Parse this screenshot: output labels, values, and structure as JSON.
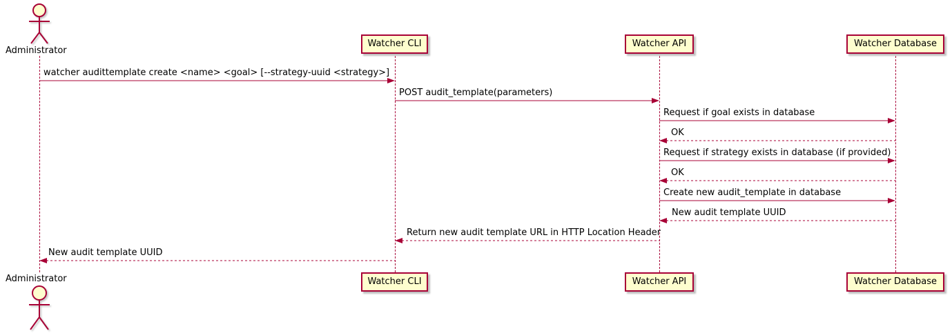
{
  "diagram": {
    "type": "sequence",
    "colors": {
      "participant_fill": "#FEFECE",
      "stroke": "#A80036",
      "text": "#000000"
    },
    "actors": [
      {
        "name": "Administrator",
        "type": "actor"
      }
    ],
    "participants": [
      {
        "label": "Watcher CLI"
      },
      {
        "label": "Watcher API"
      },
      {
        "label": "Watcher Database"
      }
    ],
    "messages": [
      {
        "from": "Administrator",
        "to": "Watcher CLI",
        "type": "solid",
        "text": "watcher audittemplate create <name> <goal> [--strategy-uuid <strategy>]"
      },
      {
        "from": "Watcher CLI",
        "to": "Watcher API",
        "type": "solid",
        "text": "POST audit_template(parameters)"
      },
      {
        "from": "Watcher API",
        "to": "Watcher Database",
        "type": "solid",
        "text": "Request if goal exists in database"
      },
      {
        "from": "Watcher Database",
        "to": "Watcher API",
        "type": "dashed-return",
        "text": "OK"
      },
      {
        "from": "Watcher API",
        "to": "Watcher Database",
        "type": "solid",
        "text": "Request if strategy exists in database (if provided)"
      },
      {
        "from": "Watcher Database",
        "to": "Watcher API",
        "type": "dashed-return",
        "text": "OK"
      },
      {
        "from": "Watcher API",
        "to": "Watcher Database",
        "type": "solid",
        "text": "Create new audit_template in database"
      },
      {
        "from": "Watcher Database",
        "to": "Watcher API",
        "type": "dashed-return",
        "text": "New audit template UUID"
      },
      {
        "from": "Watcher API",
        "to": "Watcher CLI",
        "type": "dashed-return",
        "text": "Return new audit template URL in HTTP Location Header"
      },
      {
        "from": "Watcher CLI",
        "to": "Administrator",
        "type": "dashed-return",
        "text": "New audit template UUID"
      }
    ]
  }
}
